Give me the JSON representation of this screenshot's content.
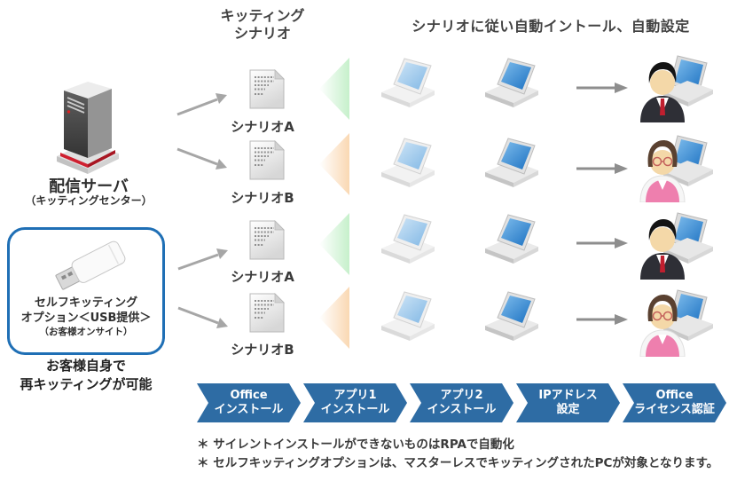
{
  "titles": {
    "scenario_header_line1": "キッティング",
    "scenario_header_line2": "シナリオ",
    "auto_header": "シナリオに従い自動イントール、自動設定"
  },
  "server": {
    "name": "配信サーバ",
    "note": "（キッティングセンター）"
  },
  "usb_option": {
    "line1": "セルフキッティング",
    "line2": "オプション＜USB提供＞",
    "line3": "（お客様オンサイト）"
  },
  "self_kitting_note": {
    "line1": "お客様自身で",
    "line2": "再キッティングが可能"
  },
  "scenario_rows": [
    {
      "label": "シナリオA",
      "accent": "green"
    },
    {
      "label": "シナリオB",
      "accent": "orange"
    },
    {
      "label": "シナリオA",
      "accent": "green"
    },
    {
      "label": "シナリオB",
      "accent": "orange"
    }
  ],
  "process_steps": [
    {
      "line1": "Office",
      "line2": "インストール"
    },
    {
      "line1": "アプリ1",
      "line2": "インストール"
    },
    {
      "line1": "アプリ2",
      "line2": "インストール"
    },
    {
      "line1": "IPアドレス",
      "line2": "設定"
    },
    {
      "line1": "Office",
      "line2": "ライセンス認証"
    }
  ],
  "footnotes": [
    "＊ サイレントインストールができないものはRPAで自動化",
    "＊ セルフキッティングオプションは、マスターレスでキッティングされたPCが対象となります。"
  ],
  "icons": {
    "server": "server-tower-icon",
    "usb": "usb-drive-icon",
    "document": "scenario-document-icon",
    "laptop": "laptop-icon",
    "user_man": "user-man-laptop-icon",
    "user_woman": "user-woman-laptop-icon",
    "arrow": "arrow-right-icon"
  },
  "colors": {
    "chevron_blue": "#2e6ca4",
    "accent_green": "#c6f0cb",
    "accent_orange": "#fad8b3",
    "usb_border_blue": "#1f6fb5",
    "arrow_gray": "#9e9e9e"
  }
}
